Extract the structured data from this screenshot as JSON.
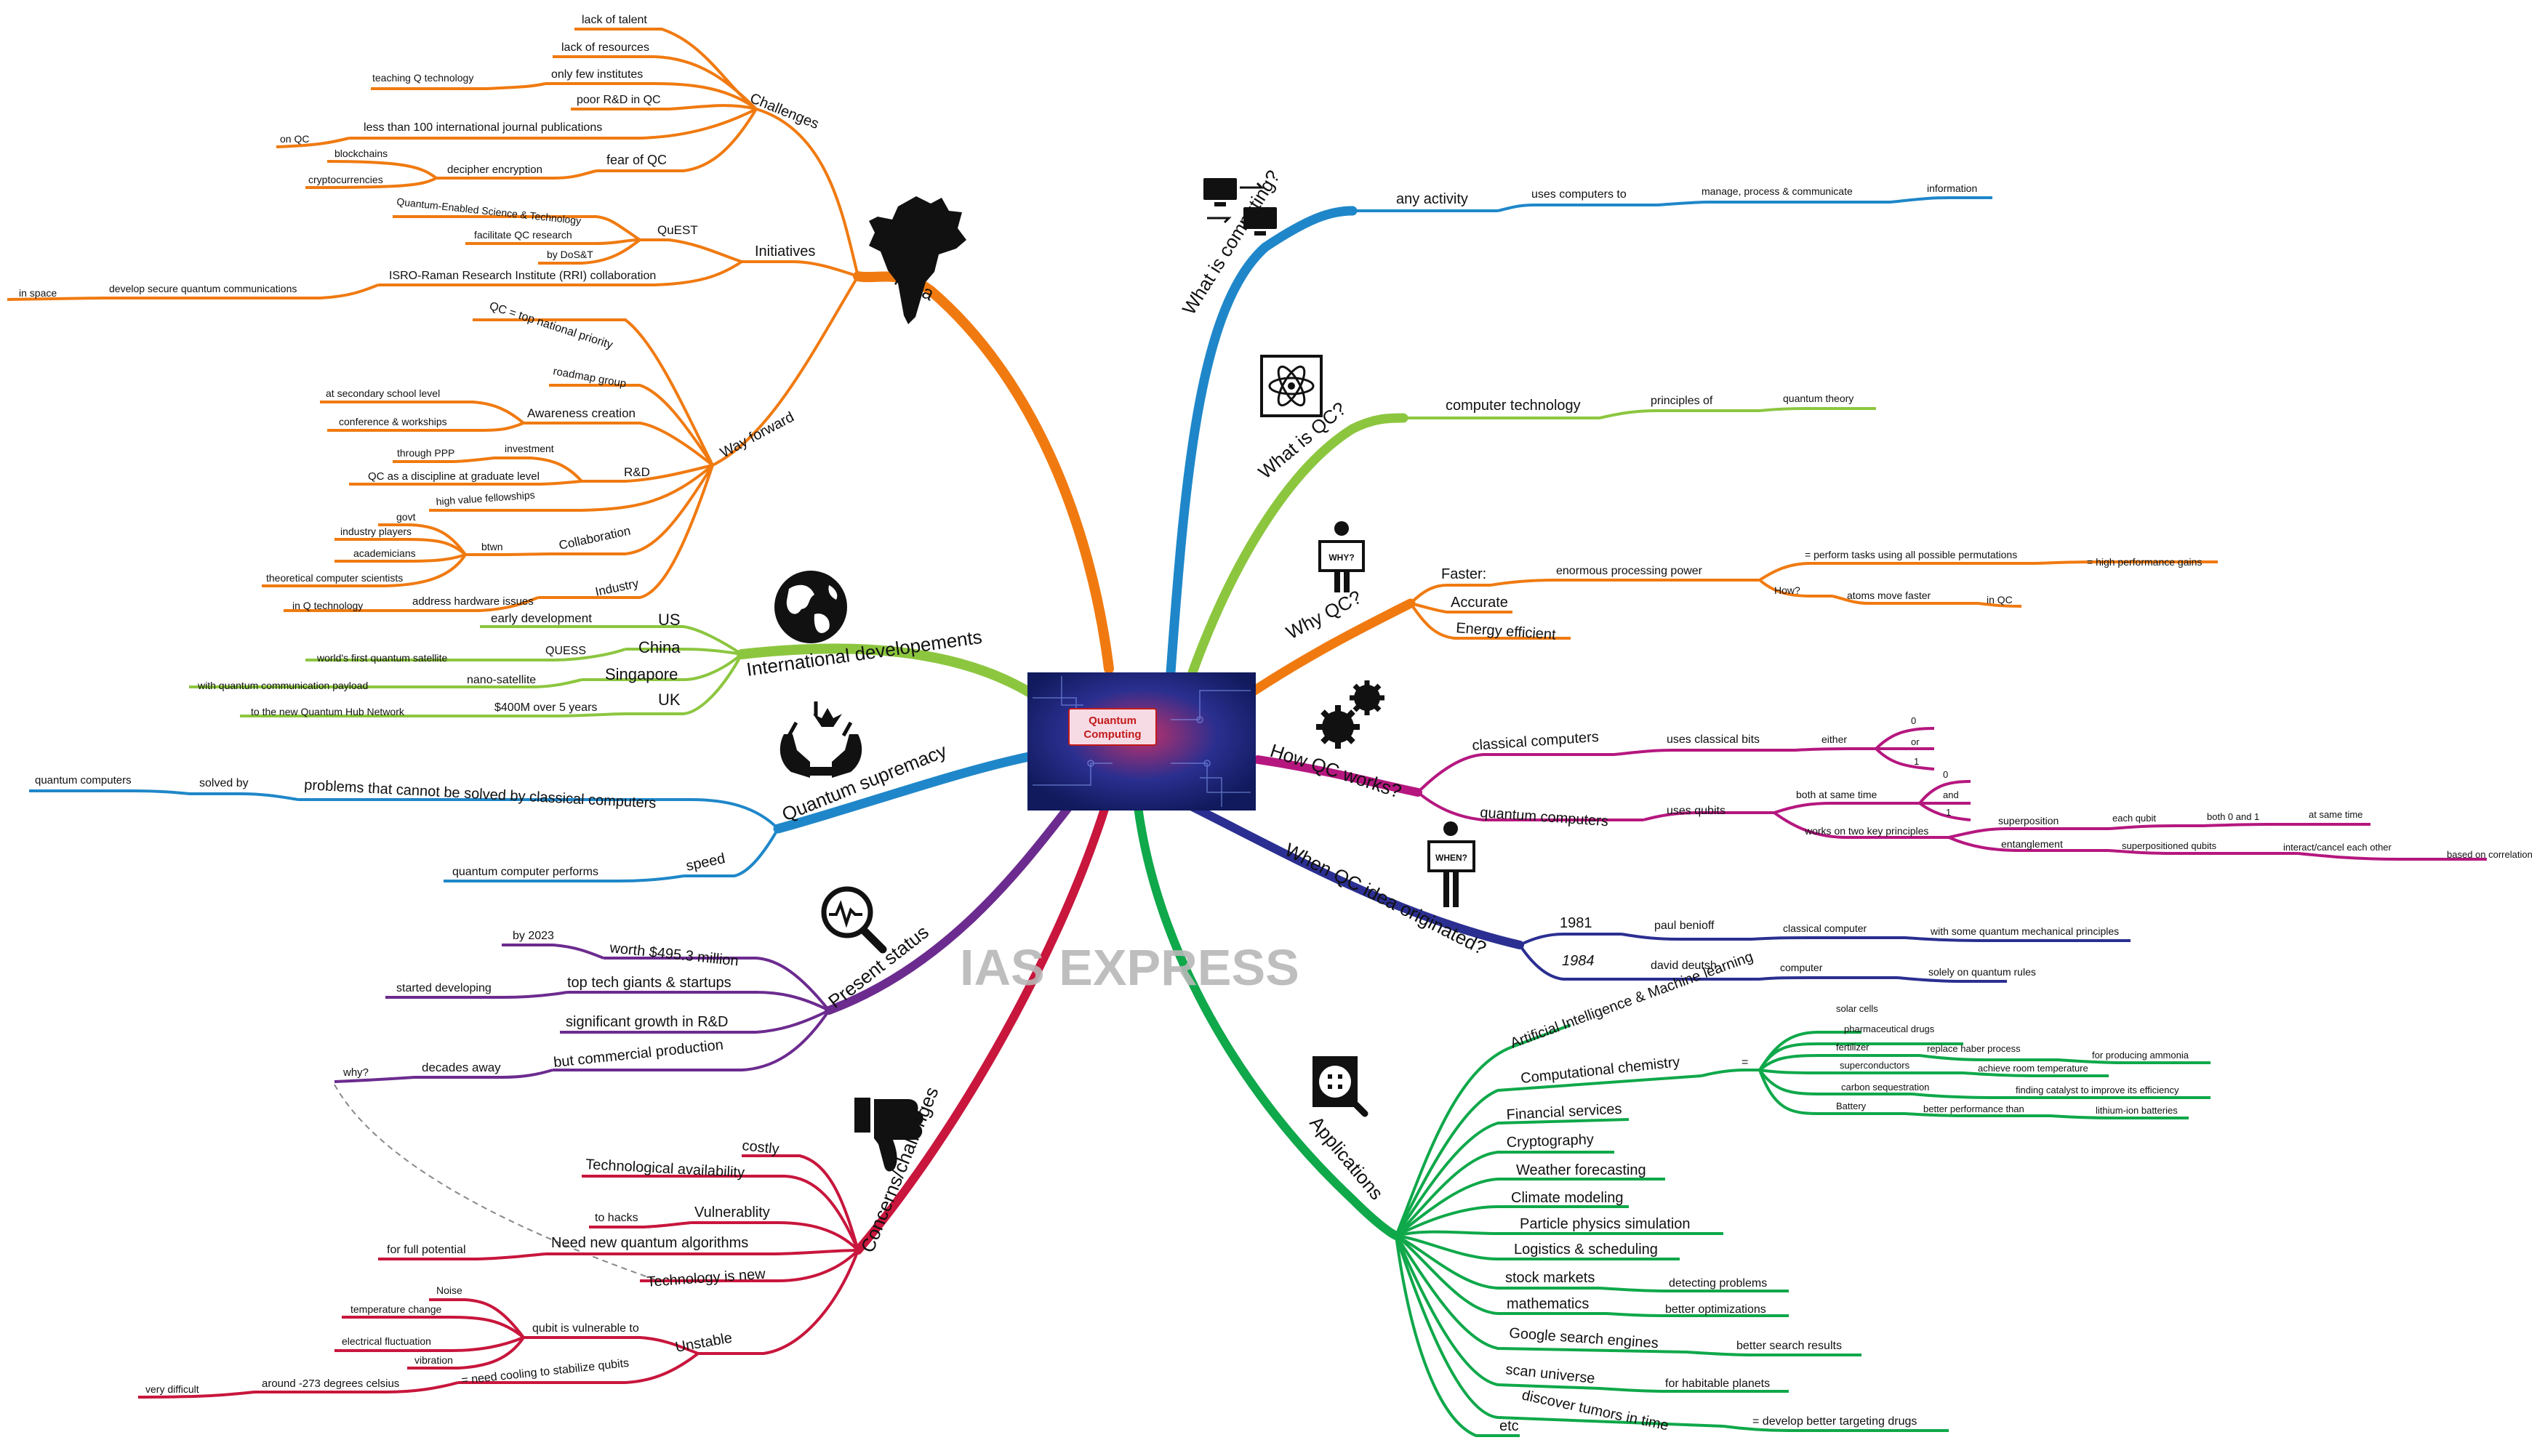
{
  "center": {
    "title_line1": "Quantum",
    "title_line2": "Computing"
  },
  "watermark": "IAS EXPRESS",
  "colors": {
    "india": "#f07a10",
    "international": "#8cc63f",
    "supremacy": "#1f87c9",
    "present": "#6c2b8f",
    "concerns": "#c8163c",
    "applications": "#0fa84a",
    "what_computing": "#1f87c9",
    "what_qc": "#8cc63f",
    "why_qc": "#f07a10",
    "how_qc": "#b5177f",
    "when_qc": "#2b2f91"
  },
  "icons": {
    "india": "india-map-icon",
    "international": "globe-icon",
    "supremacy": "hands-crown-icon",
    "present": "magnifier-pulse-icon",
    "concerns": "thumbs-down-icon",
    "what_computing": "computers-network-icon",
    "what_qc": "atom-icon",
    "why_qc": "person-why-sign-icon",
    "how_qc": "gears-icon",
    "when_qc": "person-when-sign-icon",
    "applications": "magnifier-chip-icon"
  },
  "branches": {
    "india": {
      "label": "India",
      "challenges": {
        "label": "Challenges",
        "lack_talent": "lack of talent",
        "lack_resources": "lack of resources",
        "few_institutes": "only few institutes",
        "teaching": "teaching Q technology",
        "poor_rd": "poor R&D in QC",
        "journals": "less than 100 international journal publications",
        "on_qc": "on QC",
        "fear": "fear of QC",
        "decipher": "decipher encryption",
        "blockchains": "blockchains",
        "crypto": "cryptocurrencies"
      },
      "initiatives": {
        "label": "Initiatives",
        "quest": "QuEST",
        "quest_full": "Quantum-Enabled Science & Technology",
        "facilitate": "facilitate QC research",
        "dost": "by DoS&T",
        "isro": "ISRO-Raman Research Institute (RRI) collaboration",
        "secure_comm": "develop secure quantum communications",
        "in_space": "in space"
      },
      "way_forward": {
        "label": "Way forward",
        "priority": "QC = top national priority",
        "roadmap": "roadmap group",
        "awareness": "Awareness creation",
        "secondary": "at secondary school level",
        "conference": "conference & workships",
        "rd": "R&D",
        "investment": "investment",
        "ppp": "through PPP",
        "discipline": "QC as a discipline at graduate level",
        "fellowships": "high value fellowships",
        "collaboration": "Collaboration",
        "btwn": "btwn",
        "govt": "govt",
        "industry_players": "industry players",
        "academicians": "academicians",
        "theoretical": "theoretical computer scientists",
        "industry": "Industry",
        "hardware": "address hardware issues",
        "in_q_tech": "in Q technology"
      }
    },
    "international": {
      "label": "International developements",
      "us": "US",
      "us_early": "early development",
      "china": "China",
      "quess": "QUESS",
      "satellite": "world's first quantum satellite",
      "singapore": "Singapore",
      "nano": "nano-satellite",
      "payload": "with quantum communication payload",
      "uk": "UK",
      "uk_money": "$400M over 5 years",
      "hub": "to the new Quantum Hub Network"
    },
    "supremacy": {
      "label": "Quantum supremacy",
      "problems": "problems that cannot be solved by classical computers",
      "solved_by": "solved by",
      "qcomputers": "quantum computers",
      "speed": "speed",
      "performs": "quantum computer performs"
    },
    "present": {
      "label": "Present status",
      "worth": "worth $495.3 million",
      "by2023": "by 2023",
      "giants": "top tech giants & startups",
      "started": "started developing",
      "growth": "significant growth in R&D",
      "commercial": "but commercial production",
      "decades": "decades away",
      "why": "why?"
    },
    "concerns": {
      "label": "Concerns/challenges",
      "costly": "costly",
      "tech_avail": "Technological availability",
      "vulnerability": "Vulnerablity",
      "to_hacks": "to hacks",
      "new_algos": "Need new quantum algorithms",
      "full_potential": "for full potential",
      "tech_new": "Technology is new",
      "unstable": "Unstable",
      "qubit_vuln": "qubit is vulnerable to",
      "noise": "Noise",
      "temperature": "temperature change",
      "electrical": "electrical fluctuation",
      "vibration": "vibration",
      "cooling": "= need cooling to stabilize qubits",
      "celsius": "around -273 degrees celsius",
      "difficult": "very difficult"
    },
    "what_computing": {
      "label": "What is computing?",
      "activity": "any activity",
      "uses": "uses computers to",
      "manage": "manage, process & communicate",
      "information": "information"
    },
    "what_qc": {
      "label": "What is QC?",
      "tech": "computer technology",
      "principles": "principles of",
      "theory": "quantum theory"
    },
    "why_qc": {
      "label": "Why QC?",
      "faster": "Faster:",
      "power": "enormous processing power",
      "permutations": "= perform tasks using all possible permutations",
      "gains": "= high performance gains",
      "how": "How?",
      "atoms": "atoms move faster",
      "in_qc": "in QC",
      "accurate": "Accurate",
      "energy": "Energy efficient"
    },
    "how_qc": {
      "label": "How QC works?",
      "classical": "classical computers",
      "classical_bits": "uses classical bits",
      "either": "either",
      "zero": "0",
      "or": "or",
      "one": "1",
      "quantum": "quantum computers",
      "qubits": "uses qubits",
      "same_time": "both at same time",
      "and": "and",
      "principles": "works on two key principles",
      "superposition": "superposition",
      "each_qubit": "each qubit",
      "both01": "both 0 and 1",
      "at_same_time": "at same time",
      "entanglement": "entanglement",
      "superpositioned": "superpositioned qubits",
      "interact": "interact/cancel each other",
      "correlation": "based on correlation"
    },
    "when_qc": {
      "label": "When QC idea originated?",
      "y1981": "1981",
      "benioff": "paul benioff",
      "classical_comp": "classical computer",
      "principles": "with some quantum mechanical principles",
      "y1984": "1984",
      "deutsh": "david deutsh",
      "computer": "computer",
      "rules": "solely on quantum rules"
    },
    "applications": {
      "label": "Applications",
      "ai": "Artificial Intelligence & Machine learning",
      "chemistry": "Computational chemistry",
      "eq": "=",
      "solar": "solar cells",
      "pharma": "pharmaceutical drugs",
      "fertilizer": "fertilizer",
      "haber": "replace haber process",
      "ammonia": "for producing ammonia",
      "supercond": "superconductors",
      "room_temp": "achieve room temperature",
      "carbon": "carbon sequestration",
      "catalyst": "finding catalyst to improve its efficiency",
      "battery": "Battery",
      "better_perf": "better performance than",
      "lithium": "lithium-ion batteries",
      "financial": "Financial services",
      "cryptography": "Cryptography",
      "weather": "Weather forecasting",
      "climate": "Climate modeling",
      "particle": "Particle physics simulation",
      "logistics": "Logistics & scheduling",
      "stock": "stock markets",
      "detecting": "detecting problems",
      "math": "mathematics",
      "optim": "better optimizations",
      "google": "Google search engines",
      "search_results": "better search results",
      "scan": "scan universe",
      "planets": "for habitable planets",
      "tumors": "discover tumors in time",
      "drugs": "= develop better targeting drugs",
      "etc": "etc"
    }
  }
}
